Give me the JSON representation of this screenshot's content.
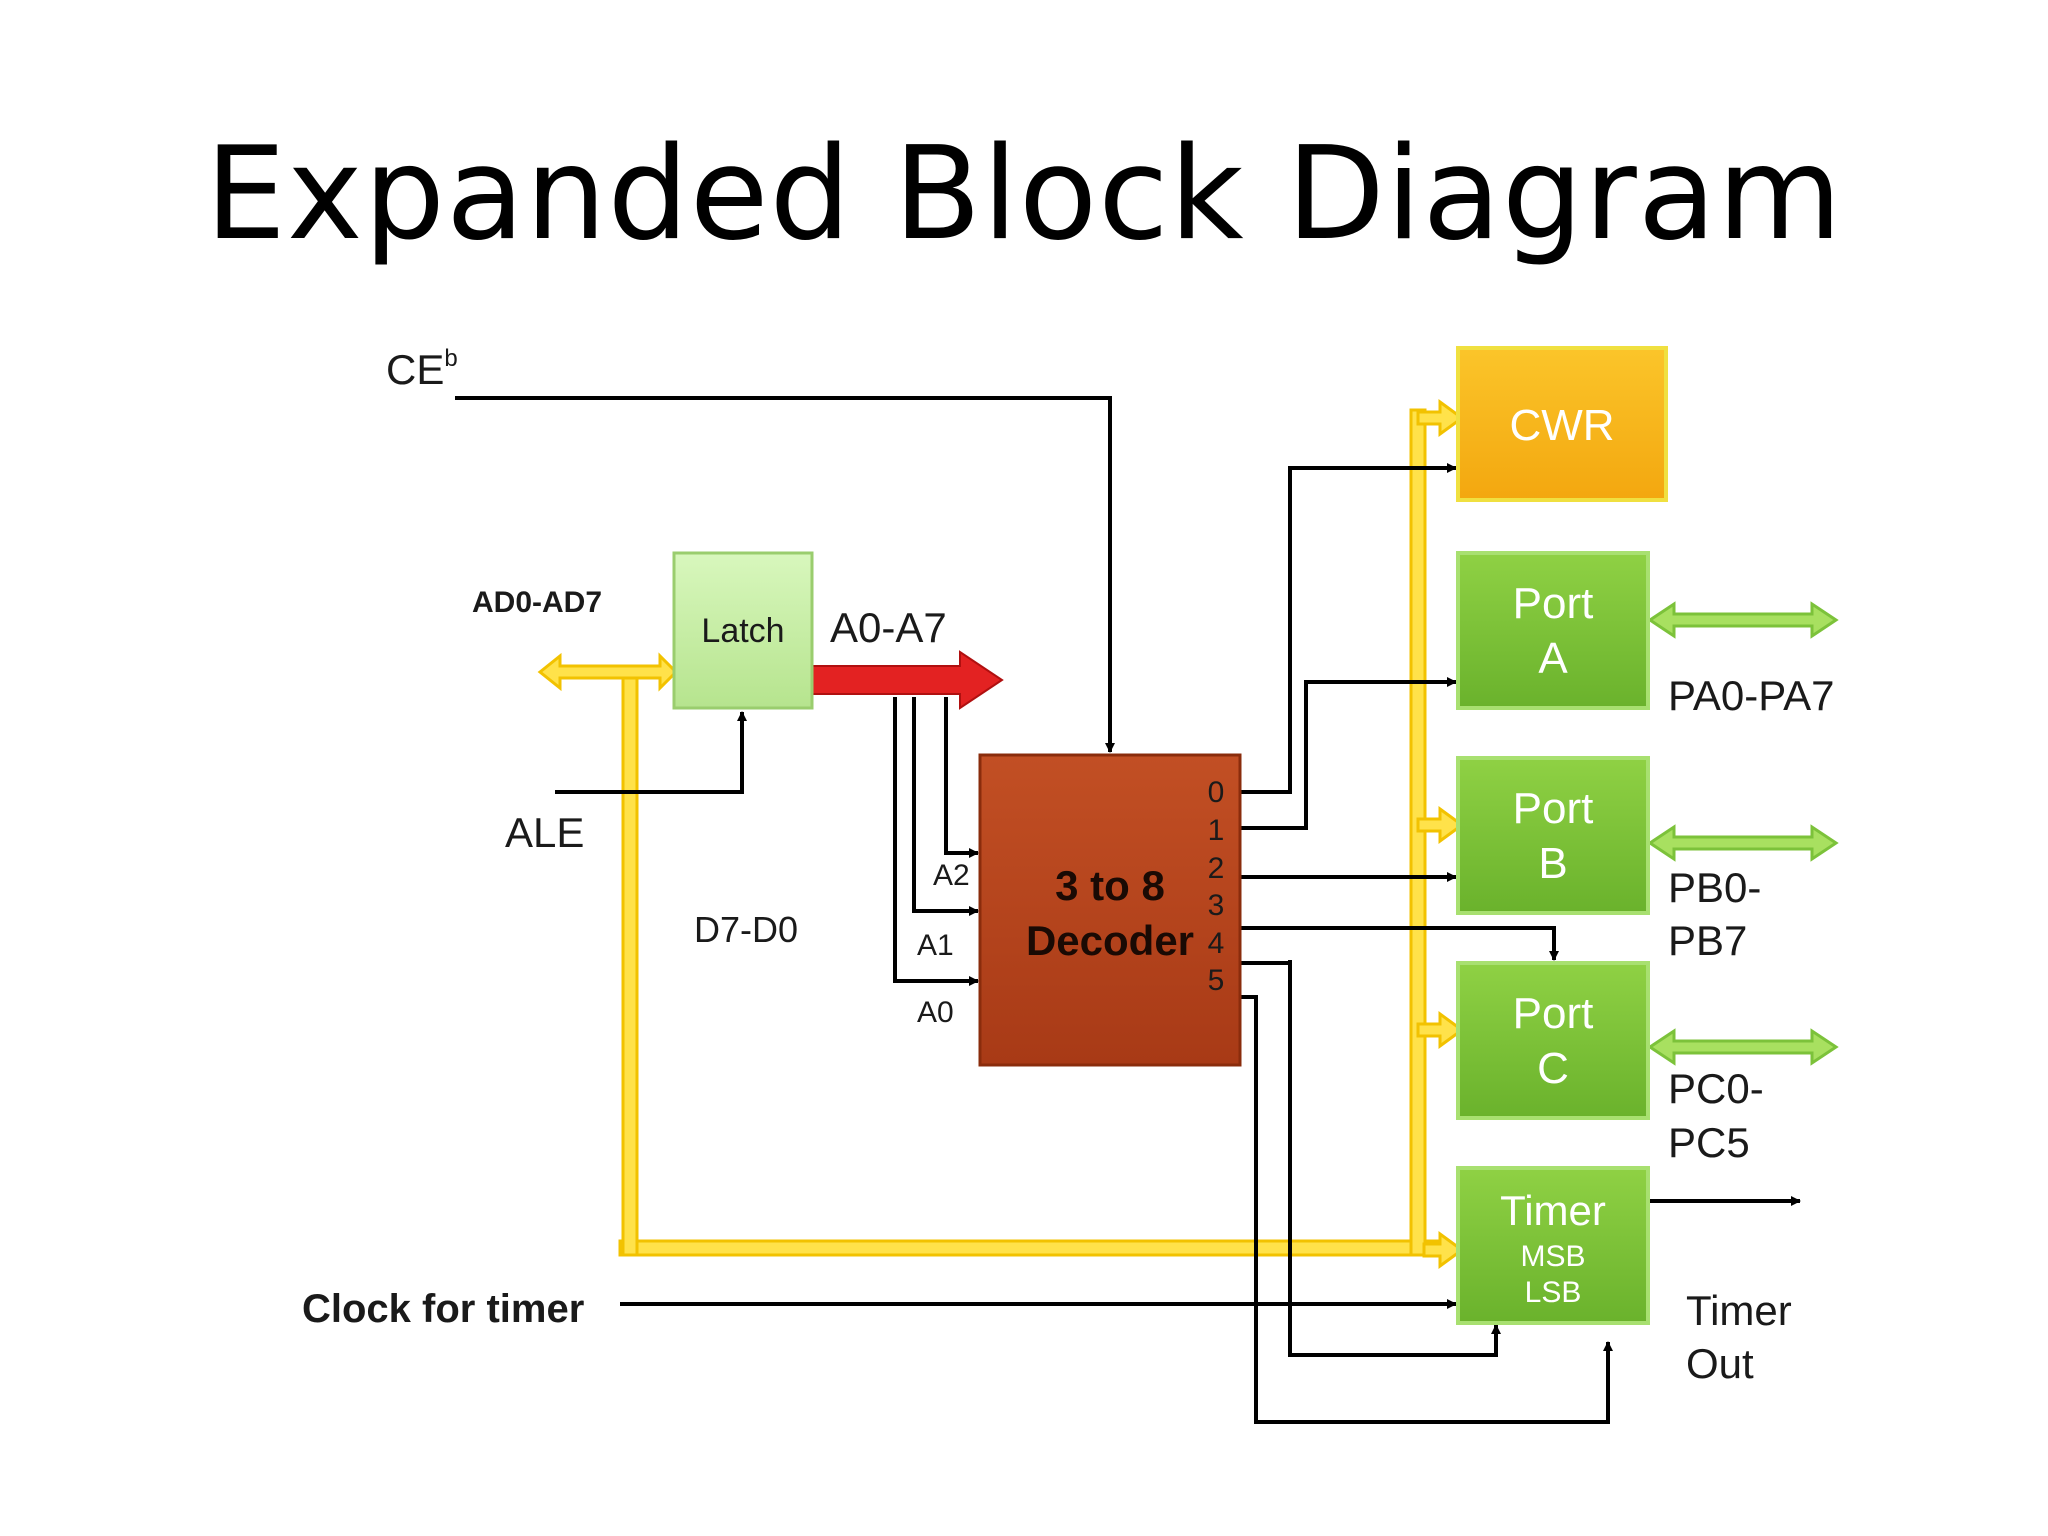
{
  "slide": {
    "title": "Expanded Block Diagram"
  },
  "labels": {
    "ce": "CE",
    "ce_sup": "b",
    "ad_bus": "AD0-AD7",
    "latch": "Latch",
    "a_bus": "A0-A7",
    "ale": "ALE",
    "data_bus": "D7-D0",
    "a2": "A2",
    "a1": "A1",
    "a0": "A0",
    "decoder_line1": "3 to 8",
    "decoder_line2": "Decoder",
    "out0": "0",
    "out1": "1",
    "out2": "2",
    "out3": "3",
    "out4": "4",
    "out5": "5",
    "clock": "Clock for timer"
  },
  "blocks": {
    "cwr": "CWR",
    "porta_1": "Port",
    "porta_2": "A",
    "portb_1": "Port",
    "portb_2": "B",
    "portc_1": "Port",
    "portc_2": "C",
    "timer_1": "Timer",
    "timer_2": "MSB",
    "timer_3": "LSB"
  },
  "port_labels": {
    "pa": "PA0-PA7",
    "pb_1": "PB0-",
    "pb_2": "PB7",
    "pc_1": "PC0-",
    "pc_2": "PC5",
    "timer_out_1": "Timer",
    "timer_out_2": "Out"
  },
  "colors": {
    "cwr": "#f8b51c",
    "port": "#7cc23a",
    "decoder": "#b8451f",
    "latch": "#c8f0a8",
    "address_arrow": "#e02020",
    "bus": "#ffe24a"
  }
}
